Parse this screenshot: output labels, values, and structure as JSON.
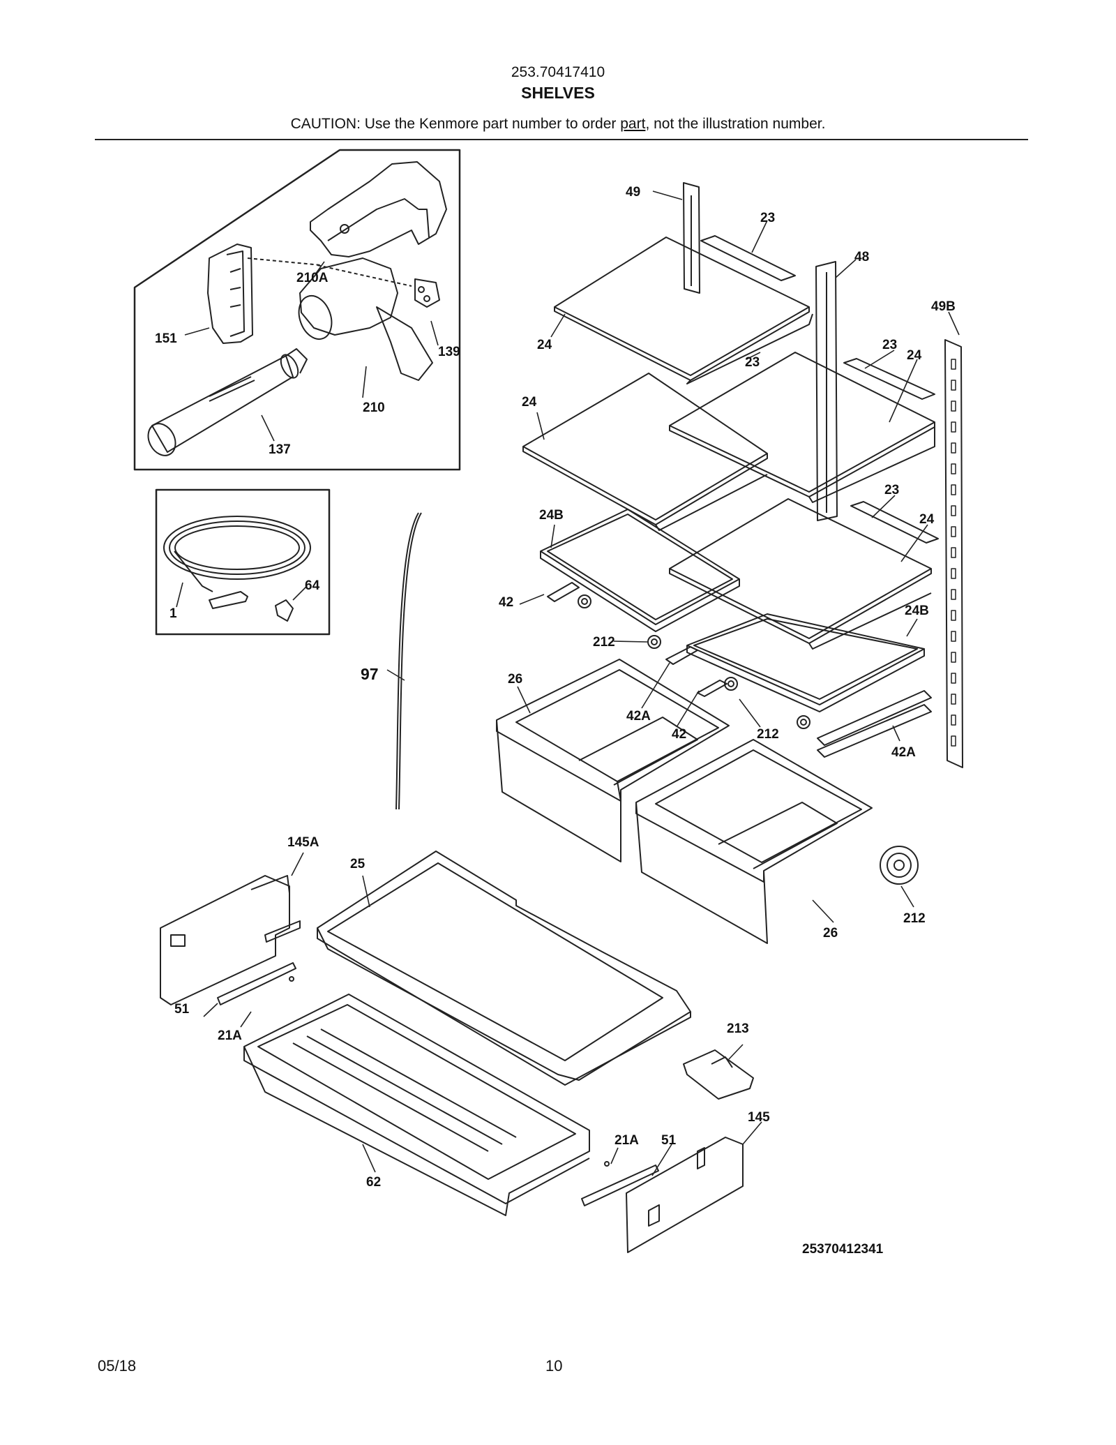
{
  "header": {
    "model_number": "253.70417410",
    "section_title": "SHELVES",
    "caution_prefix": "CAUTION: Use the Kenmore part number to order ",
    "caution_underlined": "part",
    "caution_suffix": ", not the illustration number."
  },
  "callouts": {
    "c49": "49",
    "c23a": "23",
    "c48": "48",
    "c49b": "49B",
    "c24a": "24",
    "c23b": "23",
    "c23c": "23",
    "c24b": "24",
    "c24c": "24",
    "c23d": "23",
    "c24d": "24",
    "c24b1": "24B",
    "c42a": "42",
    "c212a": "212",
    "c24b2": "24B",
    "c26a": "26",
    "c42a1": "42A",
    "c42b": "42",
    "c212b": "212",
    "c42a2": "42A",
    "c97": "97",
    "c145a": "145A",
    "c25": "25",
    "c212c": "212",
    "c26b": "26",
    "c51a": "51",
    "c21a1": "21A",
    "c213": "213",
    "c145": "145",
    "c21a2": "21A",
    "c51b": "51",
    "c62": "62",
    "c210a": "210A",
    "c151": "151",
    "c139": "139",
    "c210": "210",
    "c137": "137",
    "c1": "1",
    "c64": "64"
  },
  "diagram_id": "25370412341",
  "footer": {
    "date": "05/18",
    "page_number": "10"
  }
}
